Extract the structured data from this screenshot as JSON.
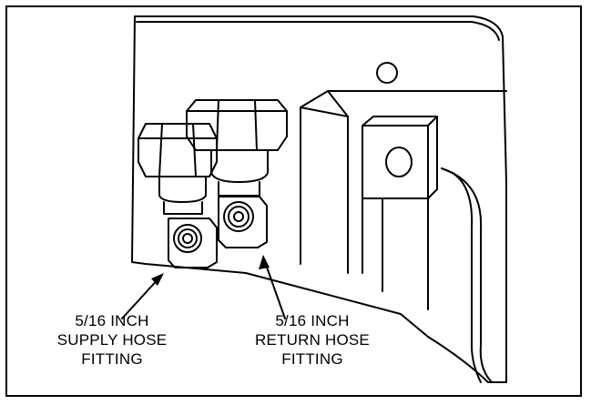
{
  "diagram": {
    "callouts": [
      {
        "id": "supply",
        "lines": [
          "5/16 INCH",
          "SUPPLY HOSE",
          "FITTING"
        ]
      },
      {
        "id": "return",
        "lines": [
          "5/16 INCH",
          "RETURN HOSE",
          "FITTING"
        ]
      }
    ]
  }
}
